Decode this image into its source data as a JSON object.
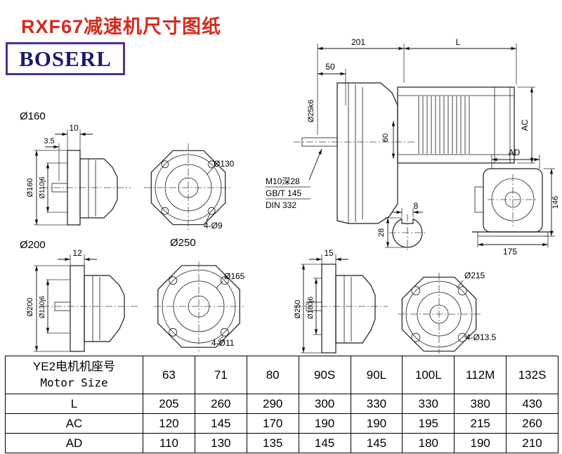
{
  "page": {
    "title": "RXF67减速机尺寸图纸",
    "brand": "BOSERL"
  },
  "side_view": {
    "dim_201": "201",
    "dim_l": "L",
    "dim_50": "50",
    "shaft_dia": "Ø25k6",
    "dim_60": "60",
    "dim_ac": "AC",
    "note_tap": "M10深28",
    "note_gb": "GB/T 145",
    "note_din": "DIN 332"
  },
  "motor_rear": {
    "dim_ad": "AD",
    "dim_146": "146",
    "dim_175": "175"
  },
  "flange160": {
    "label": "Ø160",
    "dim_10": "10",
    "dim_3_5": "3.5",
    "dia_outer": "Ø160",
    "dia_spigot": "Ø110j6",
    "bolt_circle": "Ø130",
    "holes": "4-Ø9"
  },
  "flange200": {
    "label": "Ø200",
    "dim_12": "12",
    "dia_outer": "Ø200",
    "dia_spigot": "Ø130j6",
    "bolt_circle": "Ø165",
    "holes": "4-Ø11"
  },
  "flange250": {
    "label": "Ø250",
    "dim_15": "15",
    "dia_outer": "Ø250",
    "dia_spigot": "Ø180j6",
    "bolt_circle": "Ø215",
    "holes": "4-Ø13.5"
  },
  "shaft_section": {
    "dim_8": "8",
    "dim_28": "28"
  },
  "table": {
    "header_cn": "YE2电机机座号",
    "header_en": "Motor Size",
    "sizes": [
      "63",
      "71",
      "80",
      "90S",
      "90L",
      "100L",
      "112M",
      "132S"
    ],
    "rows": [
      {
        "label": "L",
        "values": [
          "205",
          "260",
          "290",
          "300",
          "330",
          "330",
          "380",
          "430"
        ]
      },
      {
        "label": "AC",
        "values": [
          "120",
          "145",
          "170",
          "190",
          "190",
          "195",
          "215",
          "260"
        ]
      },
      {
        "label": "AD",
        "values": [
          "110",
          "130",
          "135",
          "145",
          "145",
          "180",
          "190",
          "210"
        ]
      }
    ]
  },
  "colors": {
    "title_red": "#d42a1e",
    "logo_blue": "#1a1a6e",
    "logo_border": "#4a3292"
  }
}
